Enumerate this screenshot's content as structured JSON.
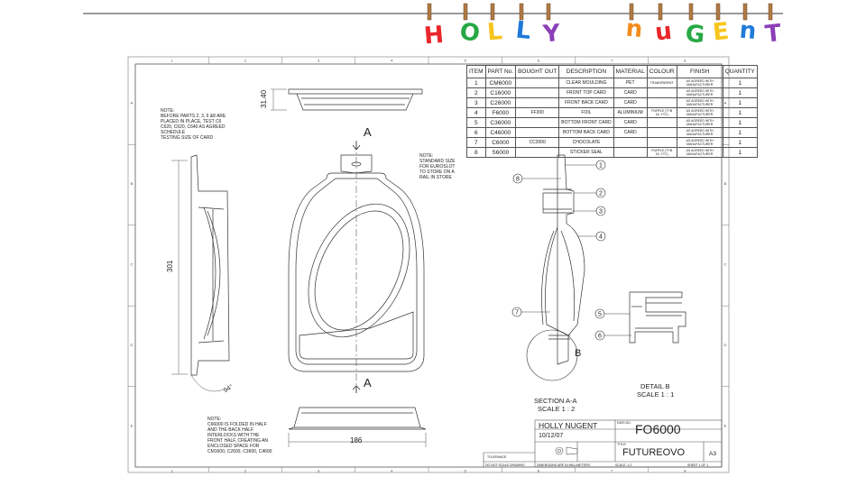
{
  "brand": {
    "word1": "HOLLY",
    "word2": "NUGENT",
    "letter_colors": [
      "#e8262b",
      "#27a844",
      "#f7c51d",
      "#1f7ad9",
      "#8b3fb8",
      "#f28c1c"
    ]
  },
  "border": {
    "col_numbers": [
      "1",
      "2",
      "3",
      "4",
      "5",
      "6",
      "7",
      "8"
    ],
    "row_letters": [
      "A",
      "B",
      "C",
      "D",
      "E"
    ]
  },
  "notes": {
    "note1": "NOTE:\nBEFORE PARTS 2, 3, 6 &8 ARE\nPLACED IN PLACE, TEST C6\nC620, C620, C640 AS AGREED\nSCHEDULE\nTESTING SIZE OF CARD",
    "note2": "NOTE:\nSTANDARD SIZE\nFOR EUROSLOT\nTO STORE ON A\nRAIL IN STORE",
    "note3": "NOTE:\nC66000 IS FOLDED IN HALF\nAND THE BACK HALF\nINTERLOCKS WITH THE\nFRONT HALF, CREATING AN\nENCLOSED SPACE FOR\nCM1600, C2600, C3600, C4600"
  },
  "dimensions": {
    "height": "301",
    "width": "186",
    "depth": "31.40",
    "angle": "94°"
  },
  "section": {
    "marker": "A",
    "title": "SECTION A-A",
    "scale": "SCALE 1 : 2",
    "detail_marker": "B"
  },
  "detail": {
    "title": "DETAIL B",
    "scale": "SCALE 1 : 1"
  },
  "balloons": [
    "1",
    "2",
    "3",
    "4",
    "5",
    "6",
    "7",
    "8"
  ],
  "bom": {
    "headers": [
      "ITEM",
      "PART No.",
      "BOUGHT OUT",
      "DESCRIPTION",
      "MATERIAL",
      "COLOUR",
      "FINISH",
      "QUANTITY"
    ],
    "rows": [
      {
        "item": "1",
        "part": "CM6000",
        "bought": "",
        "desc": "CLEAR MOULDING",
        "material": "PET",
        "colour": "TRANSPARENT",
        "finish": "AS AGREED WITH MANUFACTURER",
        "qty": "1"
      },
      {
        "item": "2",
        "part": "C16000",
        "bought": "",
        "desc": "FRONT TOP CARD",
        "material": "CARD",
        "colour": "",
        "finish": "AS AGREED WITH MANUFACTURER",
        "qty": "1"
      },
      {
        "item": "3",
        "part": "C26000",
        "bought": "",
        "desc": "FRONT BACK CARD",
        "material": "CARD",
        "colour": "",
        "finish": "AS AGREED WITH MANUFACTURER",
        "qty": "1"
      },
      {
        "item": "4",
        "part": "F6000",
        "bought": "FF300",
        "desc": "FOIL",
        "material": "ALUMINIUM",
        "colour": "PURPLE (TYB 16, YTC)",
        "finish": "AS AGREED WITH MANUFACTURER",
        "qty": "1"
      },
      {
        "item": "5",
        "part": "C36000",
        "bought": "",
        "desc": "BOTTOM FRONT CARD",
        "material": "CARD",
        "colour": "",
        "finish": "AS AGREED WITH MANUFACTURER",
        "qty": "1"
      },
      {
        "item": "6",
        "part": "C46000",
        "bought": "",
        "desc": "BOTTOM BACK CARD",
        "material": "CARD",
        "colour": "",
        "finish": "AS AGREED WITH MANUFACTURER",
        "qty": "1"
      },
      {
        "item": "7",
        "part": "C6000",
        "bought": "CC2000",
        "desc": "CHOCOLATE",
        "material": "",
        "colour": "",
        "finish": "AS AGREED WITH MANUFACTURER",
        "qty": "1"
      },
      {
        "item": "8",
        "part": "S6000",
        "bought": "",
        "desc": "STICKER SEAL",
        "material": "",
        "colour": "PURPLE (TYB 16, YTC)",
        "finish": "AS AGREED WITH MANUFACTURER",
        "qty": "1"
      }
    ]
  },
  "title_block": {
    "author": "HOLLY NUGENT",
    "date": "10/12/07",
    "dwg_label": "DWG NO.",
    "dwg_no": "FO6000",
    "title_label": "TITLE:",
    "title": "FUTUREOVO",
    "size": "A3",
    "tolerance": "TOLERANCE",
    "no_scale": "DO NOT SCALE DRAWING",
    "units": "DIMENSIONS ARE IN MILLIMETERS",
    "scale": "SCALE: 1:2",
    "sheet": "SHEET 1 OF 1"
  }
}
